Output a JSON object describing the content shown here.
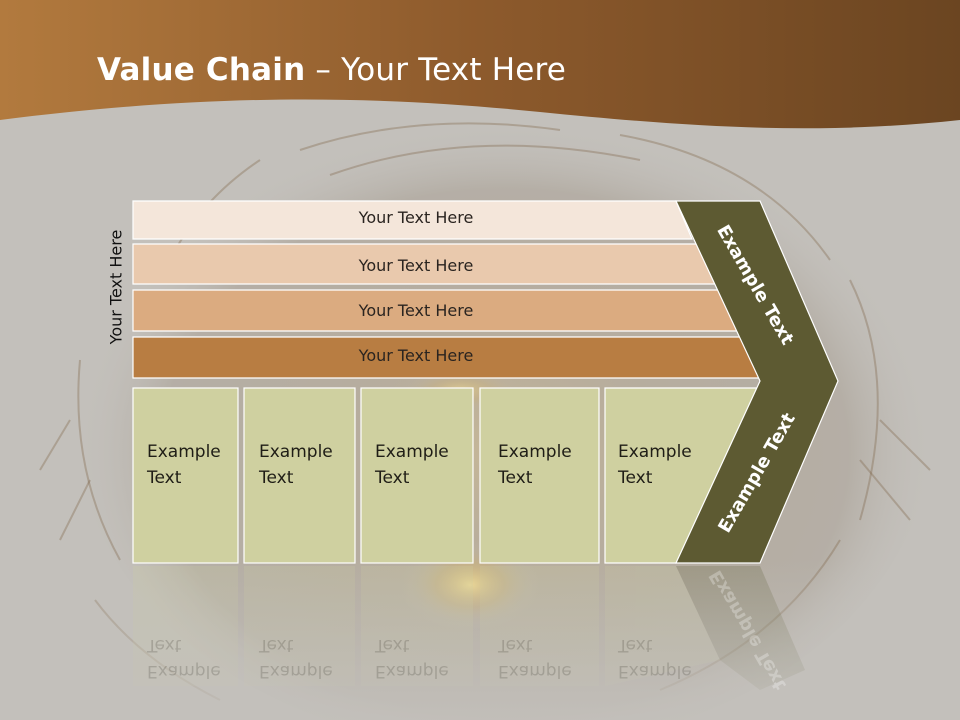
{
  "title": {
    "bold": "Value Chain",
    "rest": " – Your Text Here"
  },
  "side_label": "Your Text Here",
  "rows": [
    {
      "label": "Your Text Here",
      "color": "#f4e6da"
    },
    {
      "label": "Your Text Here",
      "color": "#e9c9ad"
    },
    {
      "label": "Your Text Here",
      "color": "#dbab80"
    },
    {
      "label": "Your Text Here",
      "color": "#b87d42"
    }
  ],
  "boxes": [
    {
      "line1": "Example",
      "line2": "Text"
    },
    {
      "line1": "Example",
      "line2": "Text"
    },
    {
      "line1": "Example",
      "line2": "Text"
    },
    {
      "line1": "Example",
      "line2": "Text"
    },
    {
      "line1": "Example",
      "line2": "Text"
    }
  ],
  "chevron_top": "Example Text",
  "chevron_bottom": "Example Text",
  "colors": {
    "header": "#8a5528",
    "box_fill": "#cfd0a0",
    "chevron_fill": "#5d5a32",
    "background": "#c3c0bb"
  }
}
